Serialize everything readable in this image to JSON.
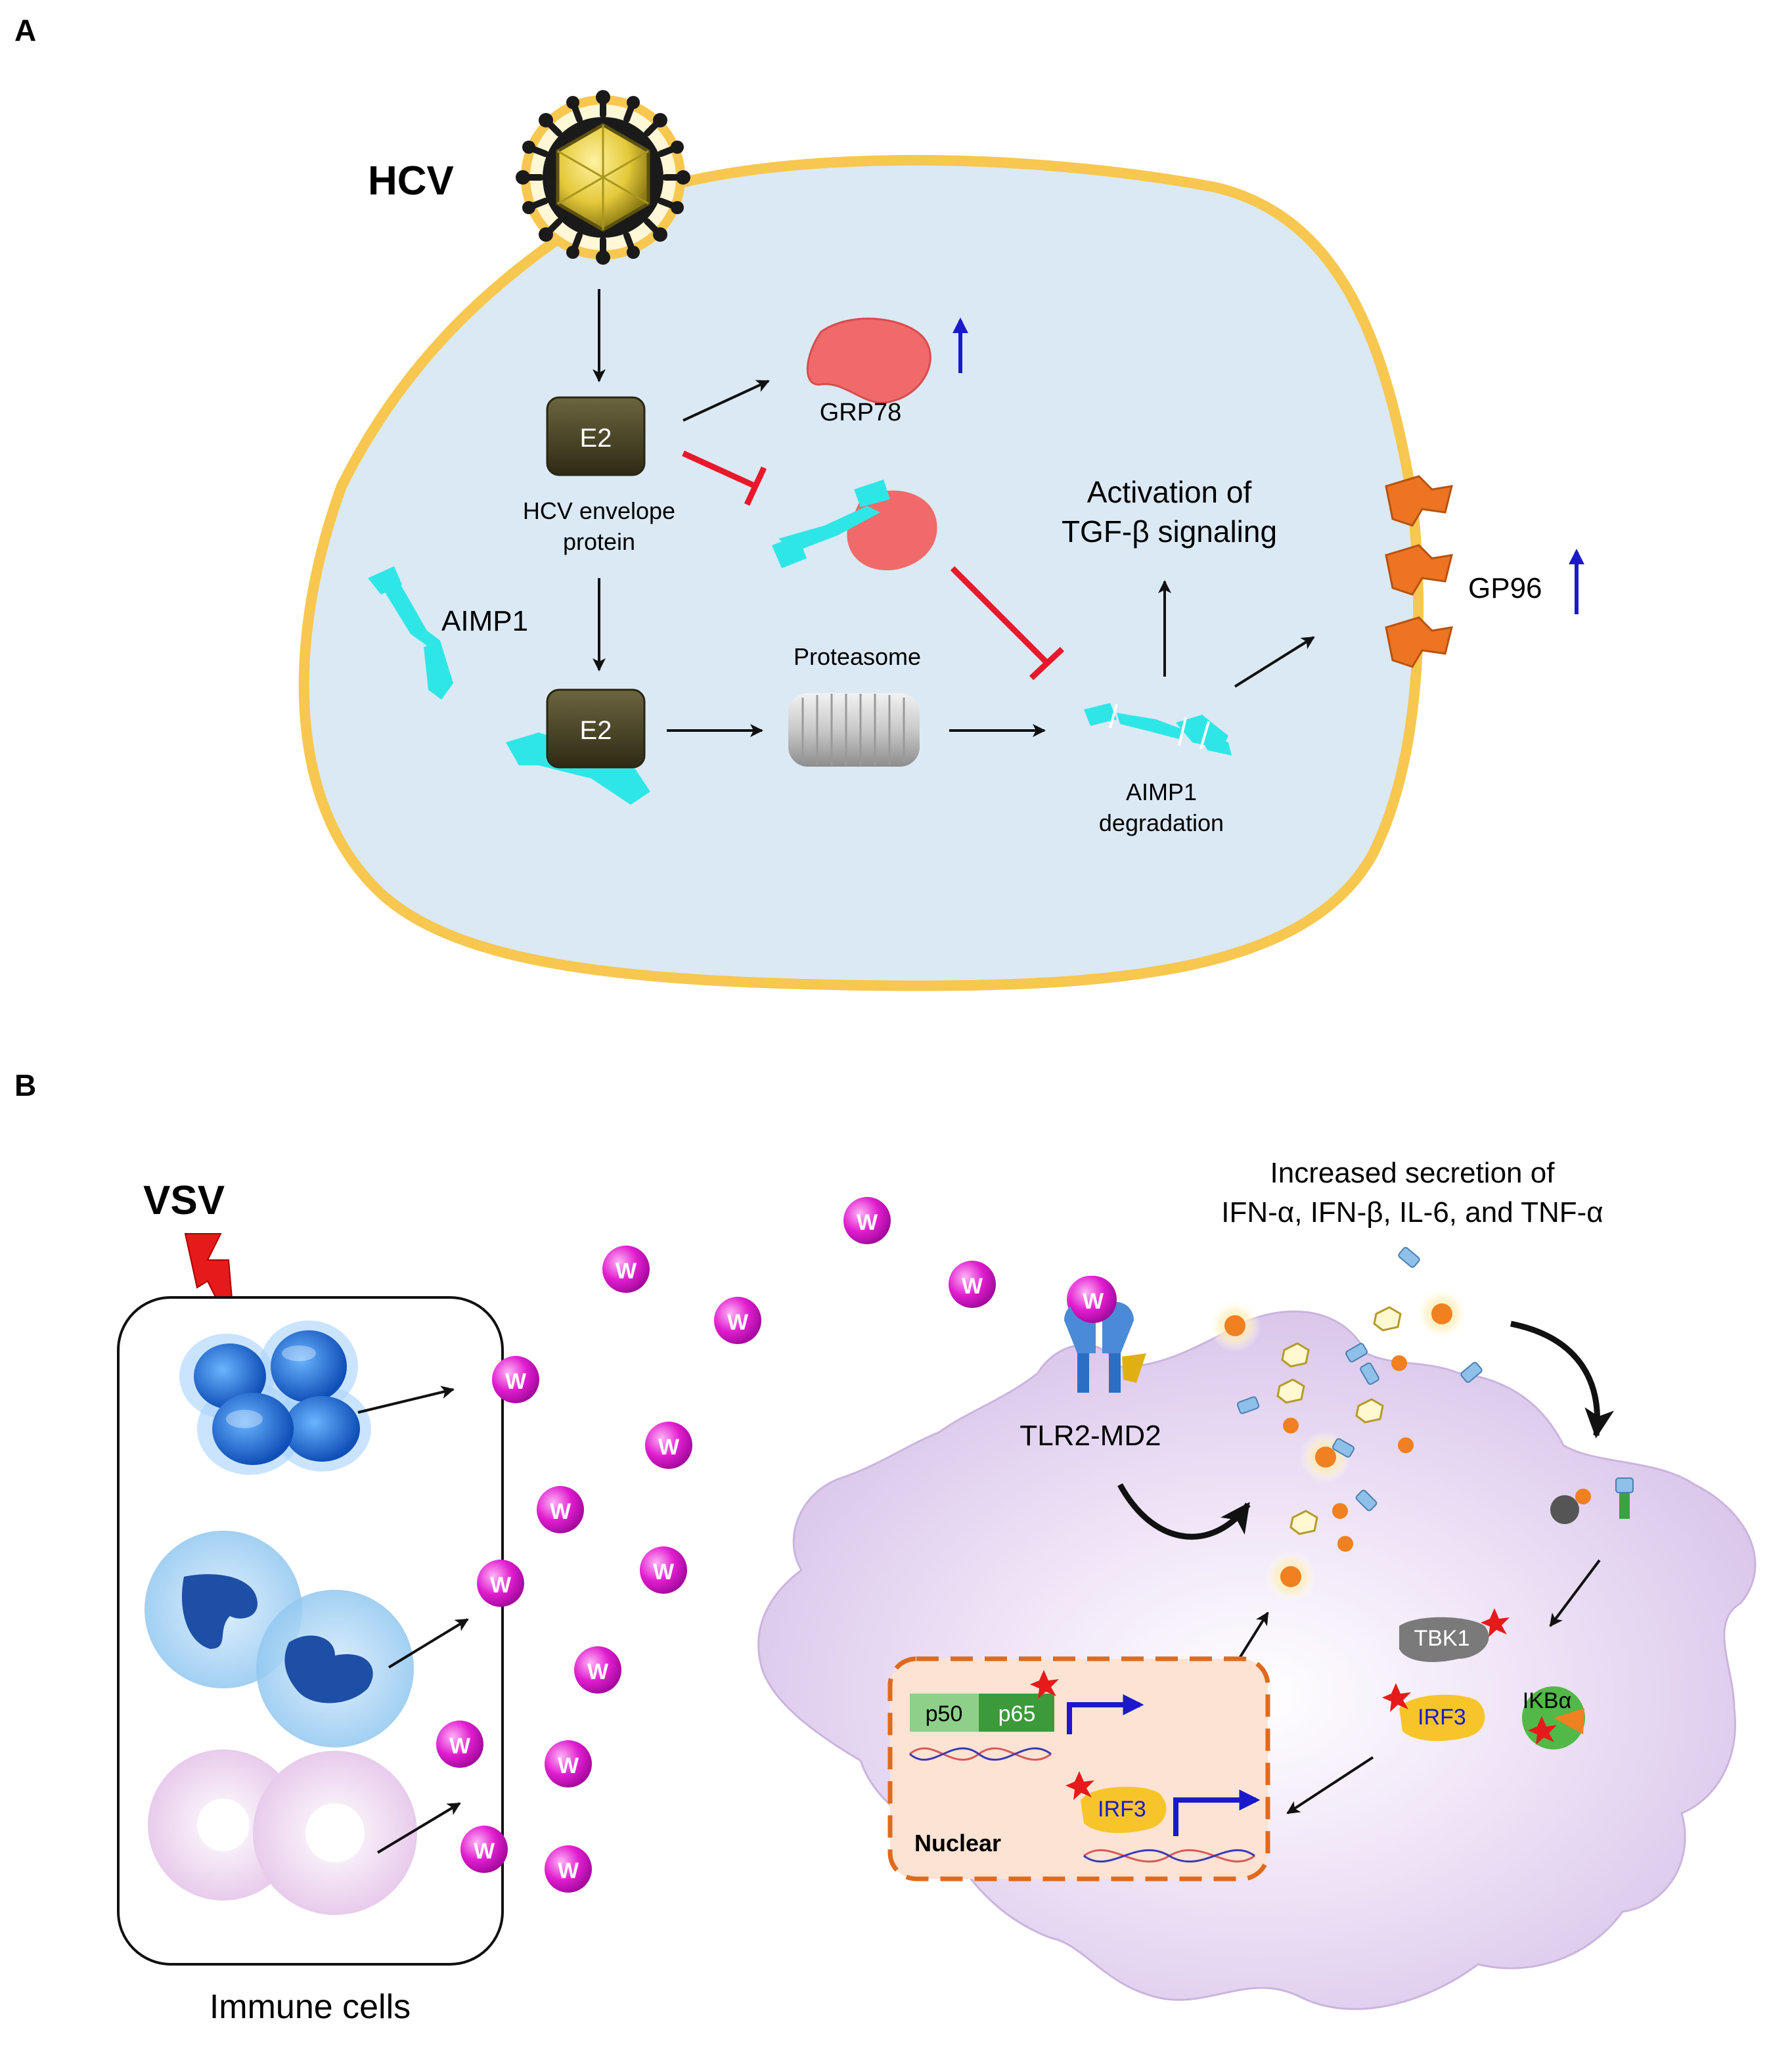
{
  "panel_a": {
    "panel_label": "A",
    "virus_label": "HCV",
    "e2_label": "E2",
    "envelope_label_line1": "HCV envelope",
    "envelope_label_line2": "protein",
    "grp78_label": "GRP78",
    "aimp1_label": "AIMP1",
    "proteasome_label": "Proteasome",
    "tgf_label_line1": "Activation of",
    "tgf_label_line2": "TGF-β signaling",
    "degradation_label_line1": "AIMP1",
    "degradation_label_line2": "degradation",
    "gp96_label": "GP96",
    "up_arrow": "↑"
  },
  "panel_b": {
    "panel_label": "B",
    "virus_label": "VSV",
    "immune_cells_label": "Immune cells",
    "w_label": "W",
    "receptor_label": "TLR2-MD2",
    "secretion_line1": "Increased secretion of",
    "secretion_line2": "IFN-α, IFN-β, IL-6, and TNF-α",
    "tbk1_label": "TBK1",
    "irf3_label": "IRF3",
    "ikba_label": "IKBα",
    "p50_label": "p50",
    "p65_label": "p65",
    "nuclear_label": "Nuclear"
  },
  "colors": {
    "cell_fill": "#dbe9f5",
    "cell_membrane": "#f7c74f",
    "inhibition": "#e8182a",
    "upregulation": "#1a1acb",
    "aimp1": "#2fe6e6",
    "grp78": "#f06a6a",
    "gp96": "#ec7422",
    "e2_box": "#4a4426",
    "w_particle": "#e01dcf",
    "macrophage": "#d9c6ea",
    "nucleus_border": "#e06a1c",
    "nucleus_fill": "#fde3d3"
  }
}
